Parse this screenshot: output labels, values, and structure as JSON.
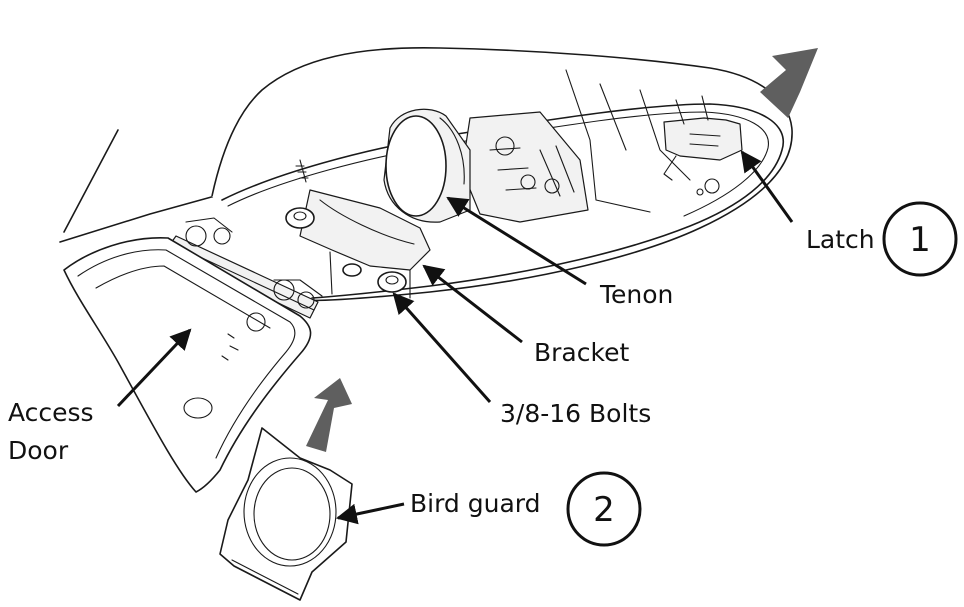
{
  "labels": {
    "latch": "Latch",
    "tenon": "Tenon",
    "bracket": "Bracket",
    "bolts": "3/8-16 Bolts",
    "access_door_line1": "Access",
    "access_door_line2": "Door",
    "bird_guard": "Bird guard"
  },
  "steps": {
    "step1": "1",
    "step2": "2"
  },
  "colors": {
    "line": "#1a1a1a",
    "motion_arrow": "#5f5f5f"
  }
}
